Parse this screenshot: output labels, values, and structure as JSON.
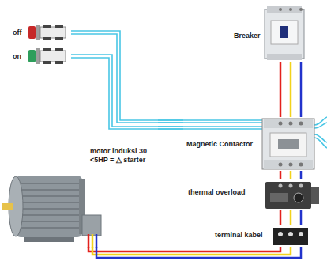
{
  "diagram": {
    "nodes": [
      {
        "text": [
          "off"
        ]
      },
      {
        "text": [
          "on"
        ]
      },
      {
        "text": [
          "Breaker"
        ]
      },
      {
        "text": [
          "Magnetic Contactor"
        ]
      },
      {
        "text": [
          "thermal overload"
        ]
      },
      {
        "text": [
          "terminal kabel"
        ]
      },
      {
        "text": [
          "motor induksi 30 <5HP = △ starter"
        ]
      }
    ],
    "edges": [
      {
        "from": 0,
        "to": 3,
        "arrow": "none"
      },
      {
        "from": 1,
        "to": 3,
        "arrow": "none"
      },
      {
        "from": 2,
        "to": 3,
        "arrow": "none"
      },
      {
        "from": 3,
        "to": 4,
        "arrow": "none"
      },
      {
        "from": 4,
        "to": 5,
        "arrow": "none"
      },
      {
        "from": 5,
        "to": 6,
        "arrow": "none"
      }
    ]
  }
}
